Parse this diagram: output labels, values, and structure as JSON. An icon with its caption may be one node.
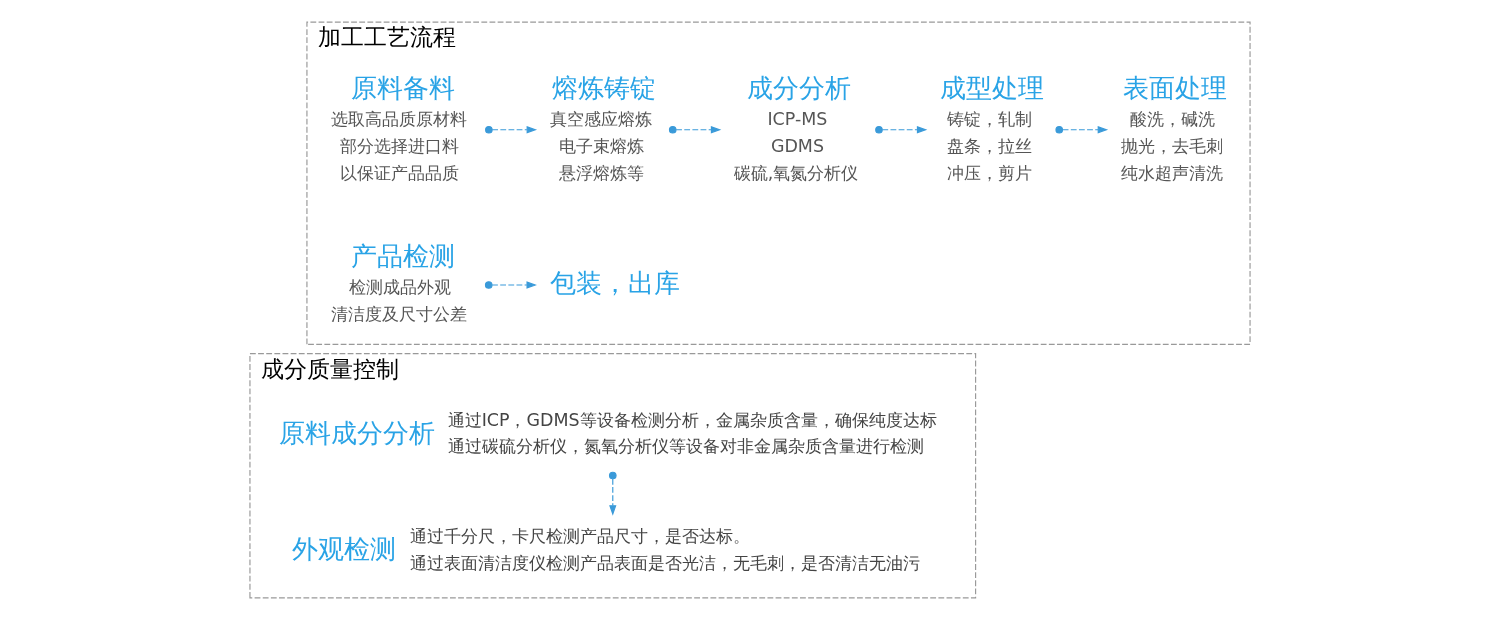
{
  "diagram": {
    "nodes": [
      {
        "text": [
          "加工工艺流程"
        ]
      },
      {
        "text": [
          "原料备料",
          "选取高品质原材料",
          "部分选择进口料",
          "以保证产品品质"
        ],
        "in": 0
      },
      {
        "text": [
          "熔炼铸锭",
          "真空感应熔炼",
          "电子束熔炼",
          "悬浮熔炼等"
        ],
        "in": 0
      },
      {
        "text": [
          "成分分析",
          "ICP-MS",
          "GDMS",
          "碳硫,氧氮分析仪"
        ],
        "in": 0
      },
      {
        "text": [
          "成型处理",
          "铸锭，轧制",
          "盘条，拉丝",
          "冲压，剪片"
        ],
        "in": 0
      },
      {
        "text": [
          "表面处理",
          "酸洗，碱洗",
          "抛光，去毛刺",
          "纯水超声清洗"
        ],
        "in": 0
      },
      {
        "text": [
          "产品检测",
          "检测成品外观",
          "清洁度及尺寸公差"
        ],
        "in": 0
      },
      {
        "text": [
          "包装，出库"
        ],
        "in": 0
      },
      {
        "text": [
          "成分质量控制"
        ]
      },
      {
        "text": [
          "原料成分分析"
        ],
        "in": 8,
        "beside": [
          "通过ICP，GDMS等设备检测分析，金属杂质含量，确保纯度达标",
          "通过碳硫分析仪，氮氧分析仪等设备对非金属杂质含量进行检测"
        ]
      },
      {
        "text": [
          "外观检测"
        ],
        "in": 8,
        "beside": [
          "通过千分尺，卡尺检测产品尺寸，是否达标。",
          "通过表面清洁度仪检测产品表面是否光洁，无毛刺，是否清洁无油污"
        ]
      }
    ],
    "edges": [
      {
        "from": 1,
        "to": 2,
        "arrow": "to",
        "style": "dashed"
      },
      {
        "from": 2,
        "to": 3,
        "arrow": "to",
        "style": "dashed"
      },
      {
        "from": 3,
        "to": 4,
        "arrow": "to",
        "style": "dashed"
      },
      {
        "from": 4,
        "to": 5,
        "arrow": "to",
        "style": "dashed"
      },
      {
        "from": 6,
        "to": 7,
        "arrow": "to",
        "style": "dashed"
      },
      {
        "from": 9,
        "to": 10,
        "arrow": "to",
        "style": "dashed"
      }
    ]
  }
}
